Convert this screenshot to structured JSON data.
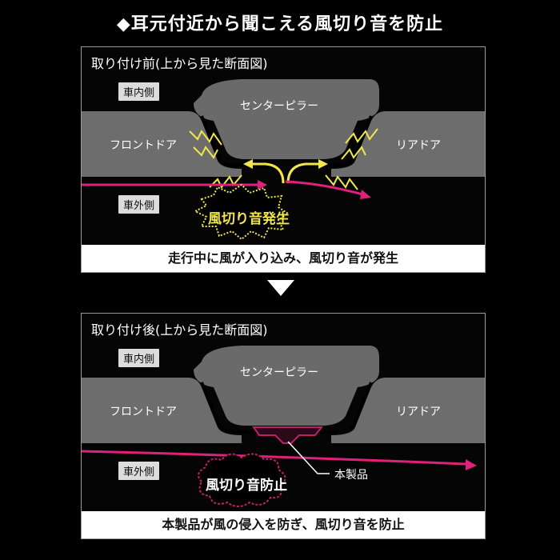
{
  "title": "◆耳元付近から聞こえる風切り音を防止",
  "panels": {
    "before": {
      "title": "取り付け前(上から見た断面図)",
      "inside_label": "車内側",
      "outside_label": "車外側",
      "pillar_label": "センターピラー",
      "front_door_label": "フロントドア",
      "rear_door_label": "リアドア",
      "burst_label": "風切り音発生",
      "caption": "走行中に風が入り込み、風切り音が発生"
    },
    "after": {
      "title": "取り付け後(上から見た断面図)",
      "inside_label": "車内側",
      "outside_label": "車外側",
      "pillar_label": "センターピラー",
      "front_door_label": "フロントドア",
      "rear_door_label": "リアドア",
      "burst_label": "風切り音防止",
      "product_label": "本製品",
      "caption": "本製品が風の侵入を防ぎ、風切り音を防止"
    }
  },
  "colors": {
    "wind_arrow": "#e0207a",
    "air_leak": "#f2e64a",
    "product": "#c0206a",
    "door_fill": "#6d6d6d",
    "pillar_fill": "#6a6a6a"
  }
}
